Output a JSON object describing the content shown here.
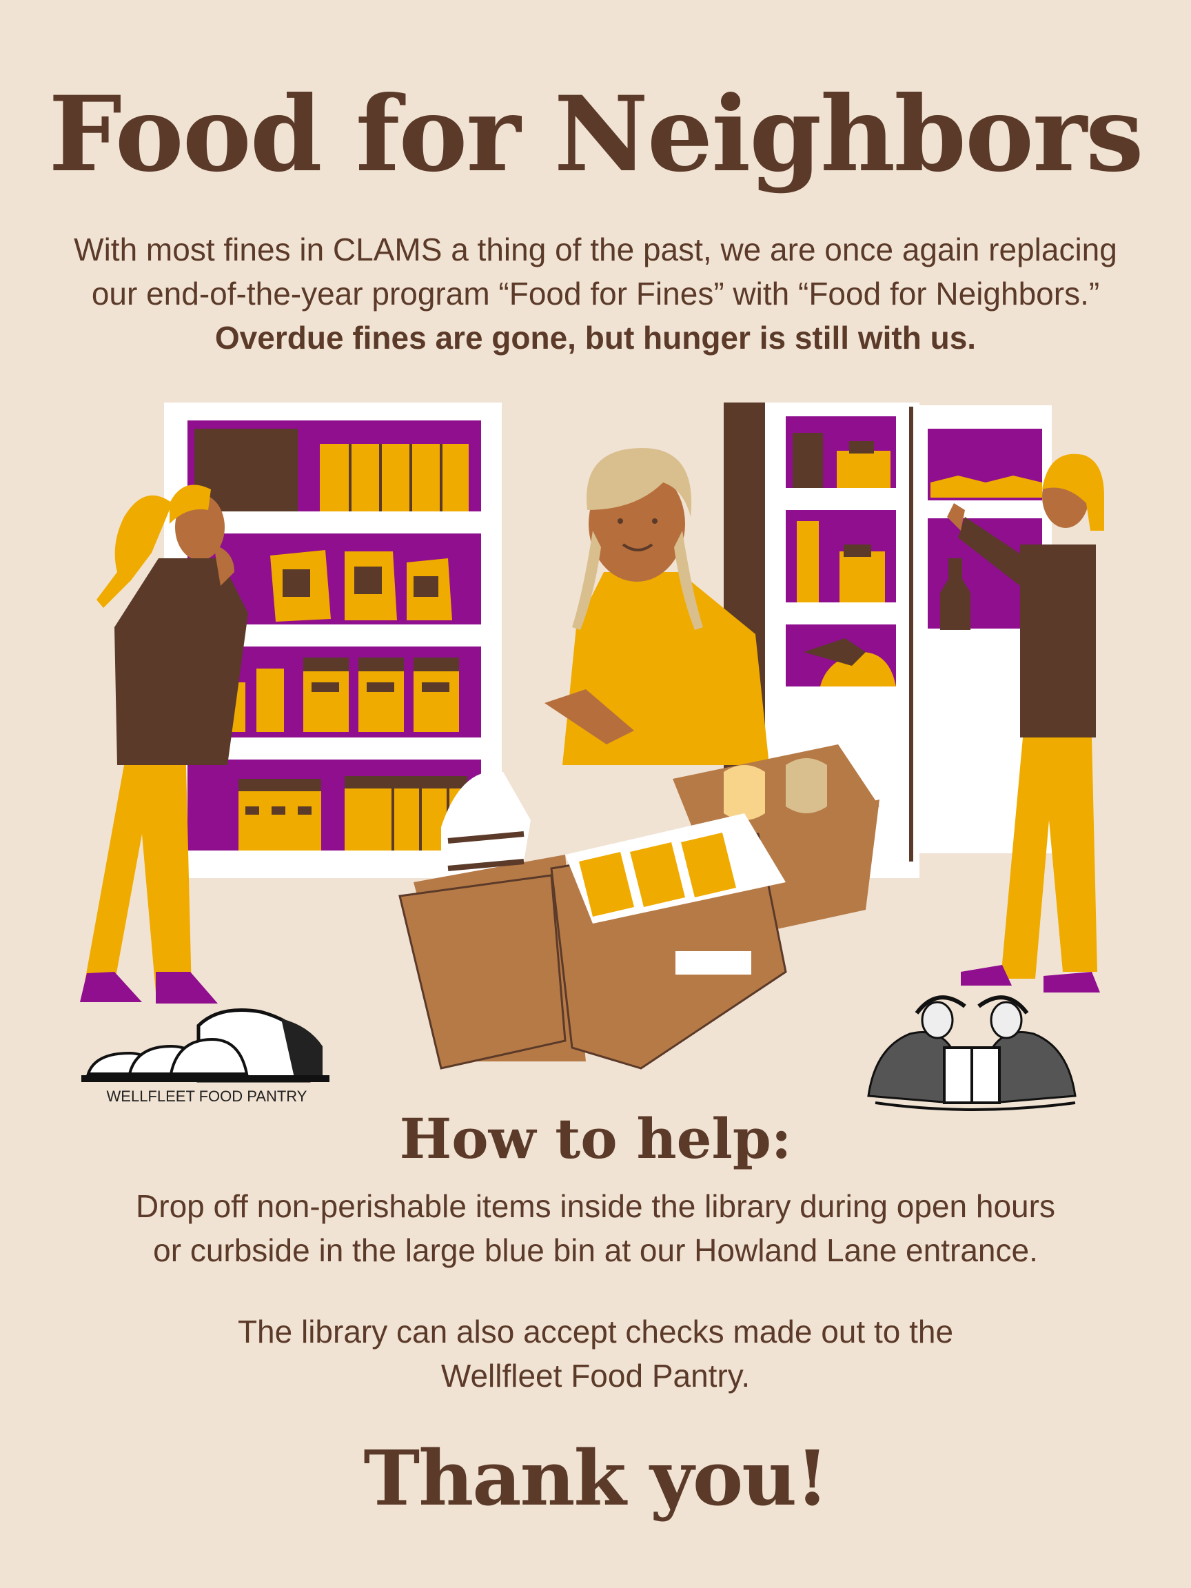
{
  "title": "Food for Neighbors",
  "intro": {
    "line1": "With most fines in CLAMS a thing of the past, we are once again replacing",
    "line2": "our end-of-the-year program “Food for Fines” with “Food for Neighbors.”",
    "line3": "Overdue fines are gone, but hunger is still with us."
  },
  "logo": {
    "label": "WELLFLEET FOOD PANTRY"
  },
  "help": {
    "title": "How to help:",
    "line1": "Drop off non-perishable items inside the library during open hours",
    "line2": "or curbside in the large blue bin at our Howland Lane entrance.",
    "checks_line1": "The library can also accept checks made out to the",
    "checks_line2": "Wellfleet Food Pantry."
  },
  "closing": "Thank you!",
  "colors": {
    "background": "#f1e3d3",
    "brown": "#5b3a29",
    "purple": "#8f0f8f",
    "gold": "#f0ab00",
    "box": "#b67a47"
  },
  "icons": [
    "bread-loaf-icon",
    "reading-figures-icon"
  ]
}
